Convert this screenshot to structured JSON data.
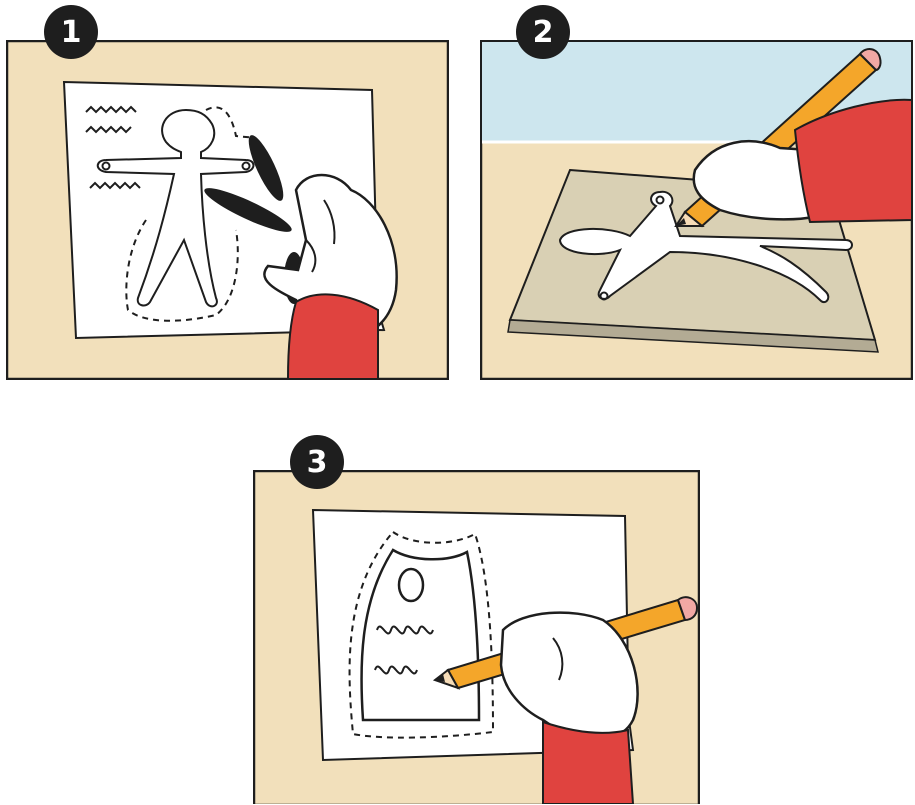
{
  "steps": [
    {
      "number": "1"
    },
    {
      "number": "2"
    },
    {
      "number": "3"
    }
  ],
  "colors": {
    "background_tan": "#f2e0bb",
    "paper": "#ffffff",
    "sky": "#cde6ee",
    "ink": "#1e1e1e",
    "sleeve_red": "#e0433f",
    "pencil_orange": "#f4a62a",
    "pencil_eraser": "#f2a8a4",
    "cardboard": "#d9d0b4"
  },
  "icons": [
    "scissors-icon",
    "pencil-icon",
    "hand-icon",
    "paper-doll-template-icon",
    "tag-icon"
  ]
}
